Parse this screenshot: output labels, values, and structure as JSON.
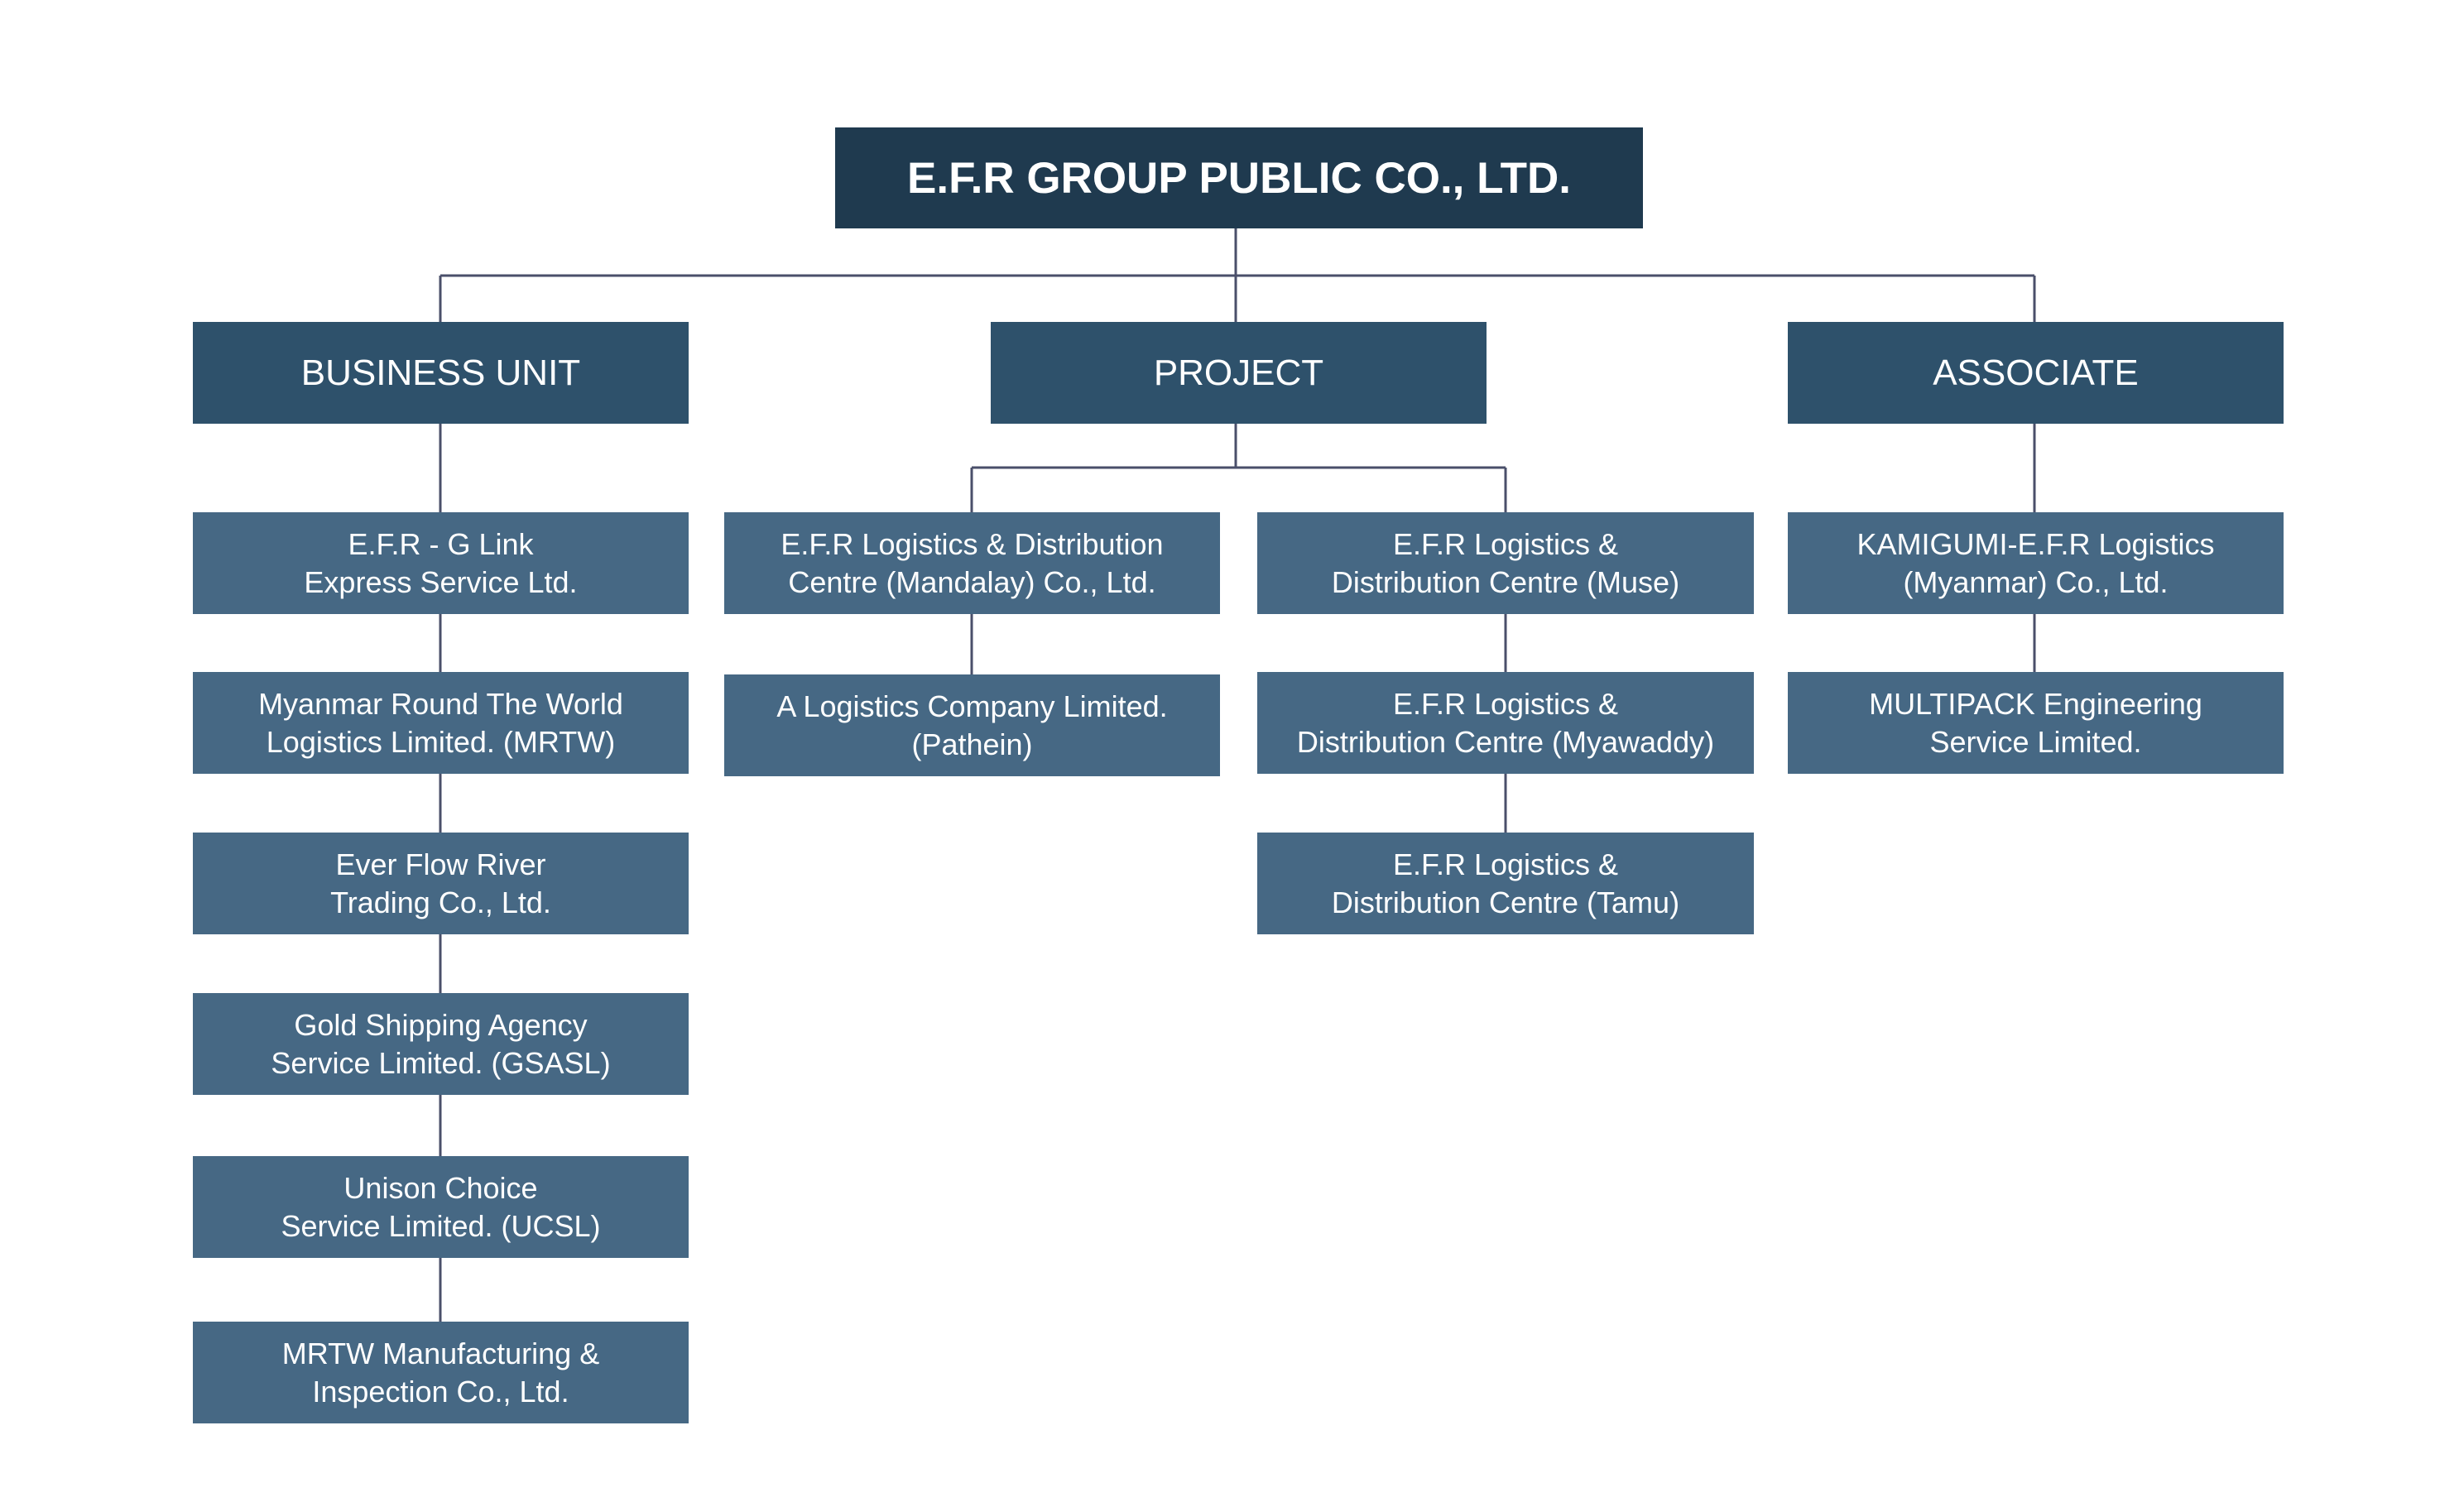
{
  "org_chart": {
    "root": {
      "label": "E.F.R GROUP PUBLIC CO., LTD."
    },
    "categories": [
      {
        "label": "BUSINESS UNIT",
        "columns": [
          {
            "items": [
              {
                "label": "E.F.R - G Link\nExpress Service Ltd."
              },
              {
                "label": "Myanmar Round The World\nLogistics Limited. (MRTW)"
              },
              {
                "label": "Ever Flow River\nTrading Co., Ltd."
              },
              {
                "label": "Gold Shipping Agency\nService Limited. (GSASL)"
              },
              {
                "label": "Unison Choice\nService Limited. (UCSL)"
              },
              {
                "label": "MRTW Manufacturing &\nInspection Co., Ltd."
              }
            ]
          }
        ]
      },
      {
        "label": "PROJECT",
        "columns": [
          {
            "items": [
              {
                "label": "E.F.R Logistics & Distribution\nCentre (Mandalay) Co., Ltd."
              },
              {
                "label": "A Logistics Company Limited.\n(Pathein)"
              }
            ]
          },
          {
            "items": [
              {
                "label": "E.F.R Logistics &\nDistribution Centre (Muse)"
              },
              {
                "label": "E.F.R Logistics &\nDistribution Centre (Myawaddy)"
              },
              {
                "label": "E.F.R Logistics &\nDistribution Centre (Tamu)"
              }
            ]
          }
        ]
      },
      {
        "label": "ASSOCIATE",
        "columns": [
          {
            "items": [
              {
                "label": "KAMIGUMI-E.F.R Logistics\n(Myanmar) Co., Ltd."
              },
              {
                "label": "MULTIPACK Engineering\nService Limited."
              }
            ]
          }
        ]
      }
    ],
    "colors": {
      "root": "#1f3a4f",
      "category": "#2e516b",
      "item": "#466884",
      "connector": "#4a4f6a",
      "text": "#ffffff"
    }
  }
}
